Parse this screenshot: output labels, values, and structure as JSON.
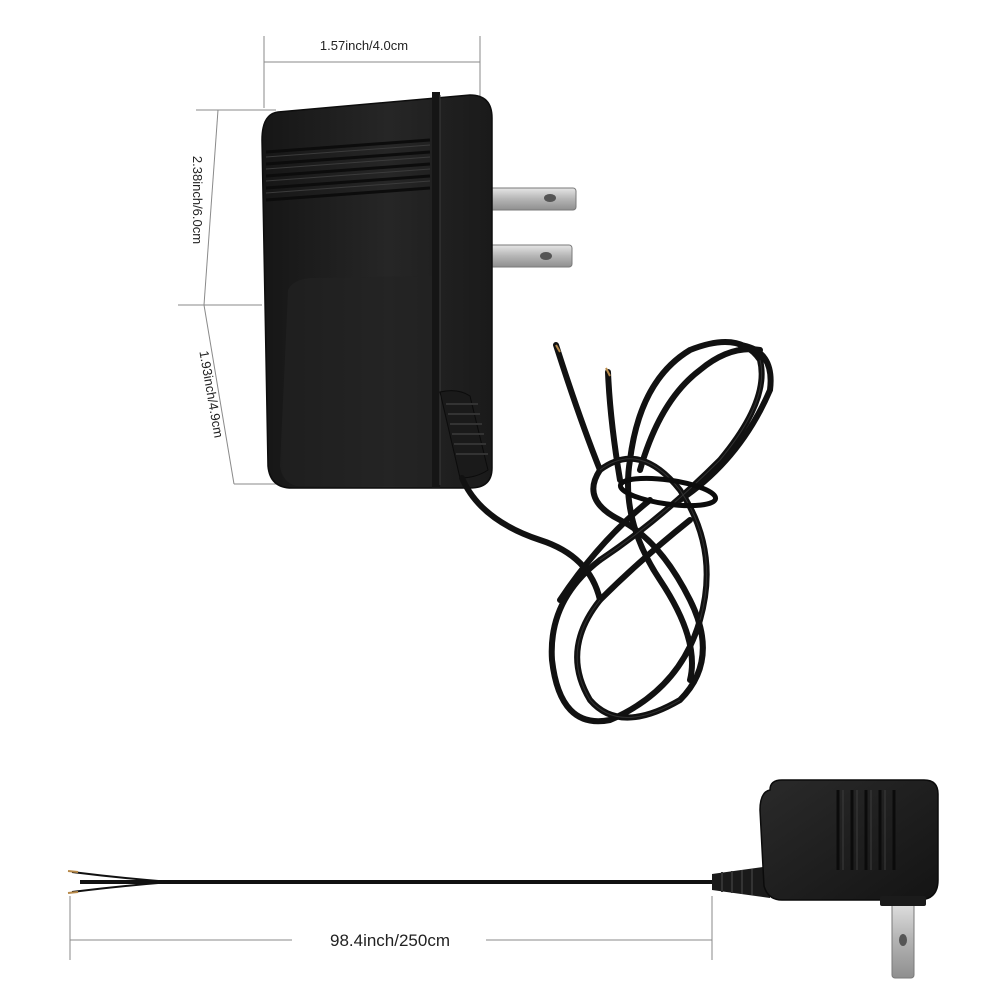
{
  "dimensions": {
    "width_label": "1.57inch/4.0cm",
    "upper_height_label": "2.38inch/6.0cm",
    "lower_height_label": "1.93inch/4.9cm",
    "cable_length_label": "98.4inch/250cm"
  },
  "colors": {
    "adapter_body": "#1e1e1e",
    "adapter_shade": "#2b2b2b",
    "prong": "#c9c9c9",
    "cable": "#111111",
    "dimension_line": "#8a8a8a"
  }
}
